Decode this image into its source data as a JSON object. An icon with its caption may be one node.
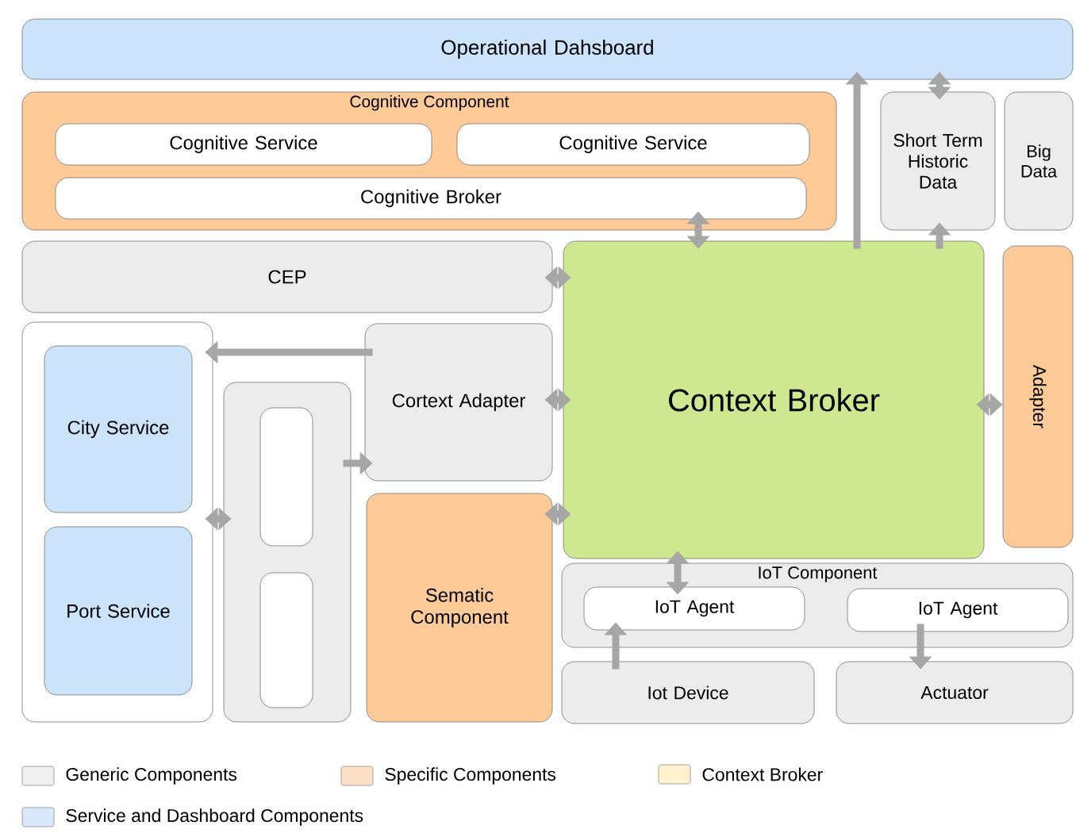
{
  "diagram": {
    "nodes": [
      {
        "text": [
          "Operational Dahsboard"
        ]
      },
      {
        "text": [
          "Cognitive Component"
        ]
      },
      {
        "text": [
          "Cognitive Service"
        ],
        "in": 1
      },
      {
        "text": [
          "Cognitive Service"
        ],
        "in": 1
      },
      {
        "text": [
          "Cognitive Broker"
        ],
        "in": 1
      },
      {
        "text": [
          "Short Term Historic Data"
        ]
      },
      {
        "text": [
          "Big Data"
        ]
      },
      {
        "text": [
          "CEP"
        ]
      },
      {
        "text": [
          "Context Broker"
        ]
      },
      {
        "text": [
          "Adapter"
        ]
      },
      {
        "text": [],
        "shape": "box"
      },
      {
        "text": [
          "City Service"
        ],
        "in": 10
      },
      {
        "text": [
          "Port Service"
        ],
        "in": 10
      },
      {
        "text": [],
        "shape": "box"
      },
      {
        "text": [],
        "shape": "box",
        "in": 13
      },
      {
        "text": [],
        "shape": "box",
        "in": 13
      },
      {
        "text": [
          "Cortext Adapter"
        ]
      },
      {
        "text": [
          "Sematic Component"
        ]
      },
      {
        "text": [
          "IoT Component"
        ]
      },
      {
        "text": [
          "IoT Agent"
        ],
        "in": 18
      },
      {
        "text": [
          "IoT Agent"
        ],
        "in": 18
      },
      {
        "text": [
          "Iot Device"
        ]
      },
      {
        "text": [
          "Actuator"
        ]
      }
    ],
    "edges": [
      {
        "from": 8,
        "to": 4,
        "arrow": "both"
      },
      {
        "from": 7,
        "to": 8,
        "arrow": "both"
      },
      {
        "from": 8,
        "to": 0,
        "arrow": "to"
      },
      {
        "from": 0,
        "to": 5,
        "arrow": "both"
      },
      {
        "from": 8,
        "to": 5,
        "arrow": "to"
      },
      {
        "from": 8,
        "to": 9,
        "arrow": "both"
      },
      {
        "from": 16,
        "to": 8,
        "arrow": "both"
      },
      {
        "from": 16,
        "to": 10,
        "arrow": "to"
      },
      {
        "from": 13,
        "to": 16,
        "arrow": "to"
      },
      {
        "from": 10,
        "to": 13,
        "arrow": "both"
      },
      {
        "from": 17,
        "to": 8,
        "arrow": "both"
      },
      {
        "from": 8,
        "to": 19,
        "arrow": "both"
      },
      {
        "from": 21,
        "to": 19,
        "arrow": "to"
      },
      {
        "from": 20,
        "to": 22,
        "arrow": "to"
      }
    ],
    "legend": [
      {
        "text": "Generic Components",
        "color": "#f0f0f0"
      },
      {
        "text": "Specific Components",
        "color": "#fde0c5"
      },
      {
        "text": "Context Broker",
        "color": "#fff2cc"
      },
      {
        "text": "Service and Dashboard Components",
        "color": "#dae8fc"
      }
    ]
  }
}
